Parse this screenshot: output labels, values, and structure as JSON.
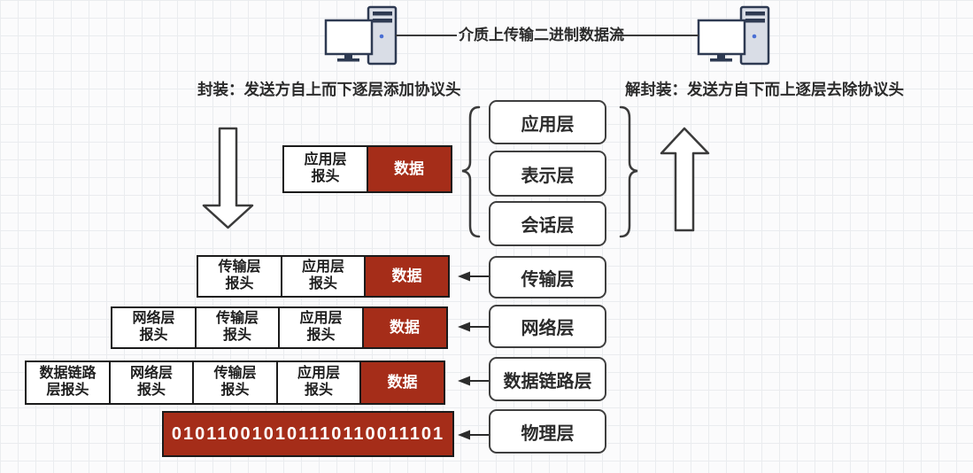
{
  "colors": {
    "payload_red": "#A52D19",
    "box_border": "#1B1B1B",
    "layer_border": "#3F3F3F",
    "text_ink": "#2B2B2B",
    "computer_navy": "#2E3A52",
    "power_led_blue": "#4A6FD4"
  },
  "header": {
    "link_label": "介质上传输二进制数据流",
    "encapsulation_caption": "封装：发送方自上而下逐层添加协议头",
    "decapsulation_caption": "解封装：发送方自下而上逐层去除协议头"
  },
  "layers": [
    {
      "label": "应用层"
    },
    {
      "label": "表示层"
    },
    {
      "label": "会话层"
    },
    {
      "label": "传输层"
    },
    {
      "label": "网络层"
    },
    {
      "label": "数据链路层"
    },
    {
      "label": "物理层"
    }
  ],
  "pdu_rows": [
    {
      "headers": [
        {
          "l1": "应用层",
          "l2": "报头"
        }
      ],
      "payload": "数据"
    },
    {
      "headers": [
        {
          "l1": "传输层",
          "l2": "报头"
        },
        {
          "l1": "应用层",
          "l2": "报头"
        }
      ],
      "payload": "数据"
    },
    {
      "headers": [
        {
          "l1": "网络层",
          "l2": "报头"
        },
        {
          "l1": "传输层",
          "l2": "报头"
        },
        {
          "l1": "应用层",
          "l2": "报头"
        }
      ],
      "payload": "数据"
    },
    {
      "headers": [
        {
          "l1": "数据链路",
          "l2": "层报头"
        },
        {
          "l1": "网络层",
          "l2": "报头"
        },
        {
          "l1": "传输层",
          "l2": "报头"
        },
        {
          "l1": "应用层",
          "l2": "报头"
        }
      ],
      "payload": "数据"
    }
  ],
  "physical_bitstream": "010110010101110110011101"
}
